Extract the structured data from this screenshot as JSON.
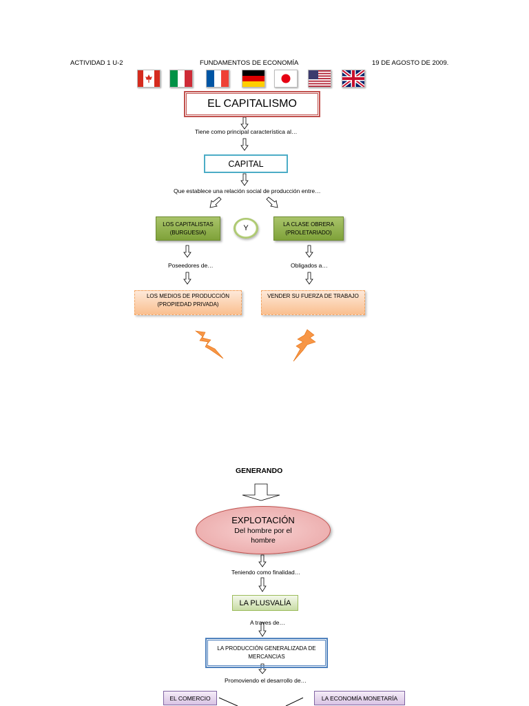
{
  "header": {
    "left": "ACTIVIDAD 1 U-2",
    "center": "FUNDAMENTOS DE ECONOMÍA",
    "right": "19 DE AGOSTO DE 2009."
  },
  "flags": [
    "canada-flag-icon",
    "italy-flag-icon",
    "france-flag-icon",
    "germany-flag-icon",
    "japan-flag-icon",
    "usa-flag-icon",
    "uk-flag-icon"
  ],
  "diagram": {
    "title": "EL CAPITALISMO",
    "text1": "Tiene como principal característica  al…",
    "capital": "CAPITAL",
    "text2": "Que  establece una relación social de producción  entre…",
    "left_box_line1": "LOS CAPITALISTAS",
    "left_box_line2": "(BURGUESIA)",
    "connector": "Y",
    "right_box_line1": "LA CLASE OBRERA",
    "right_box_line2": "(PROLETARIADO)",
    "left_text": "Poseedores de…",
    "right_text": "Obligados a…",
    "left_result_line1": "LOS MEDIOS DE PRODUCCIÓN",
    "left_result_line2": "(PROPIEDAD PRIVADA)",
    "right_result": "VENDER SU FUERZA DE TRABAJO",
    "generating": "GENERANDO",
    "exploitation_title": "EXPLOTACIÓN",
    "exploitation_sub1": "Del hombre por el",
    "exploitation_sub2": "hombre",
    "text3": "Teniendo como finalidad…",
    "plusvalia": "LA PLUSVALÍA",
    "text4": "A traves de…",
    "production_line1": "LA PRODUCCIÓN GENERALIZADA DE",
    "production_line2": "MERCANCIAS",
    "text5": "Promoviendo  el desarrollo de…",
    "commerce": "EL COMERCIO",
    "monetary": "LA ECONOMÍA MONETARÍA"
  },
  "colors": {
    "title_border": "#c0504d",
    "capital_border": "#4bacc6",
    "green_box": "#8fad4a",
    "orange_box": "#fbd4b4",
    "ellipse": "#e6a4a4",
    "blue_border": "#4f81bd",
    "purple_box": "#d9c3e5",
    "lightning": "#f79646"
  }
}
